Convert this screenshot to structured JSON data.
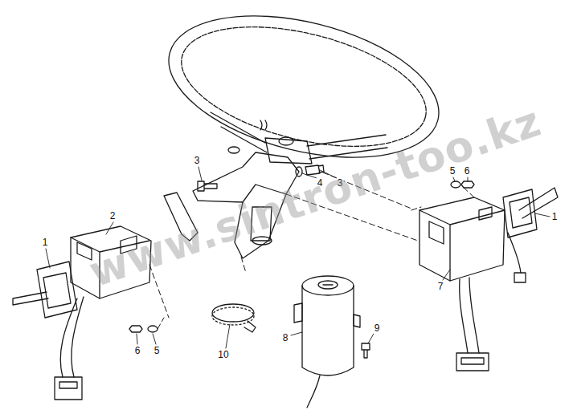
{
  "diagram": {
    "labels": [
      "1",
      "2",
      "3",
      "5",
      "6",
      "4",
      "3",
      "1",
      "7",
      "6",
      "5",
      "10",
      "8",
      "9",
      "www.sintron-too.kz"
    ]
  }
}
